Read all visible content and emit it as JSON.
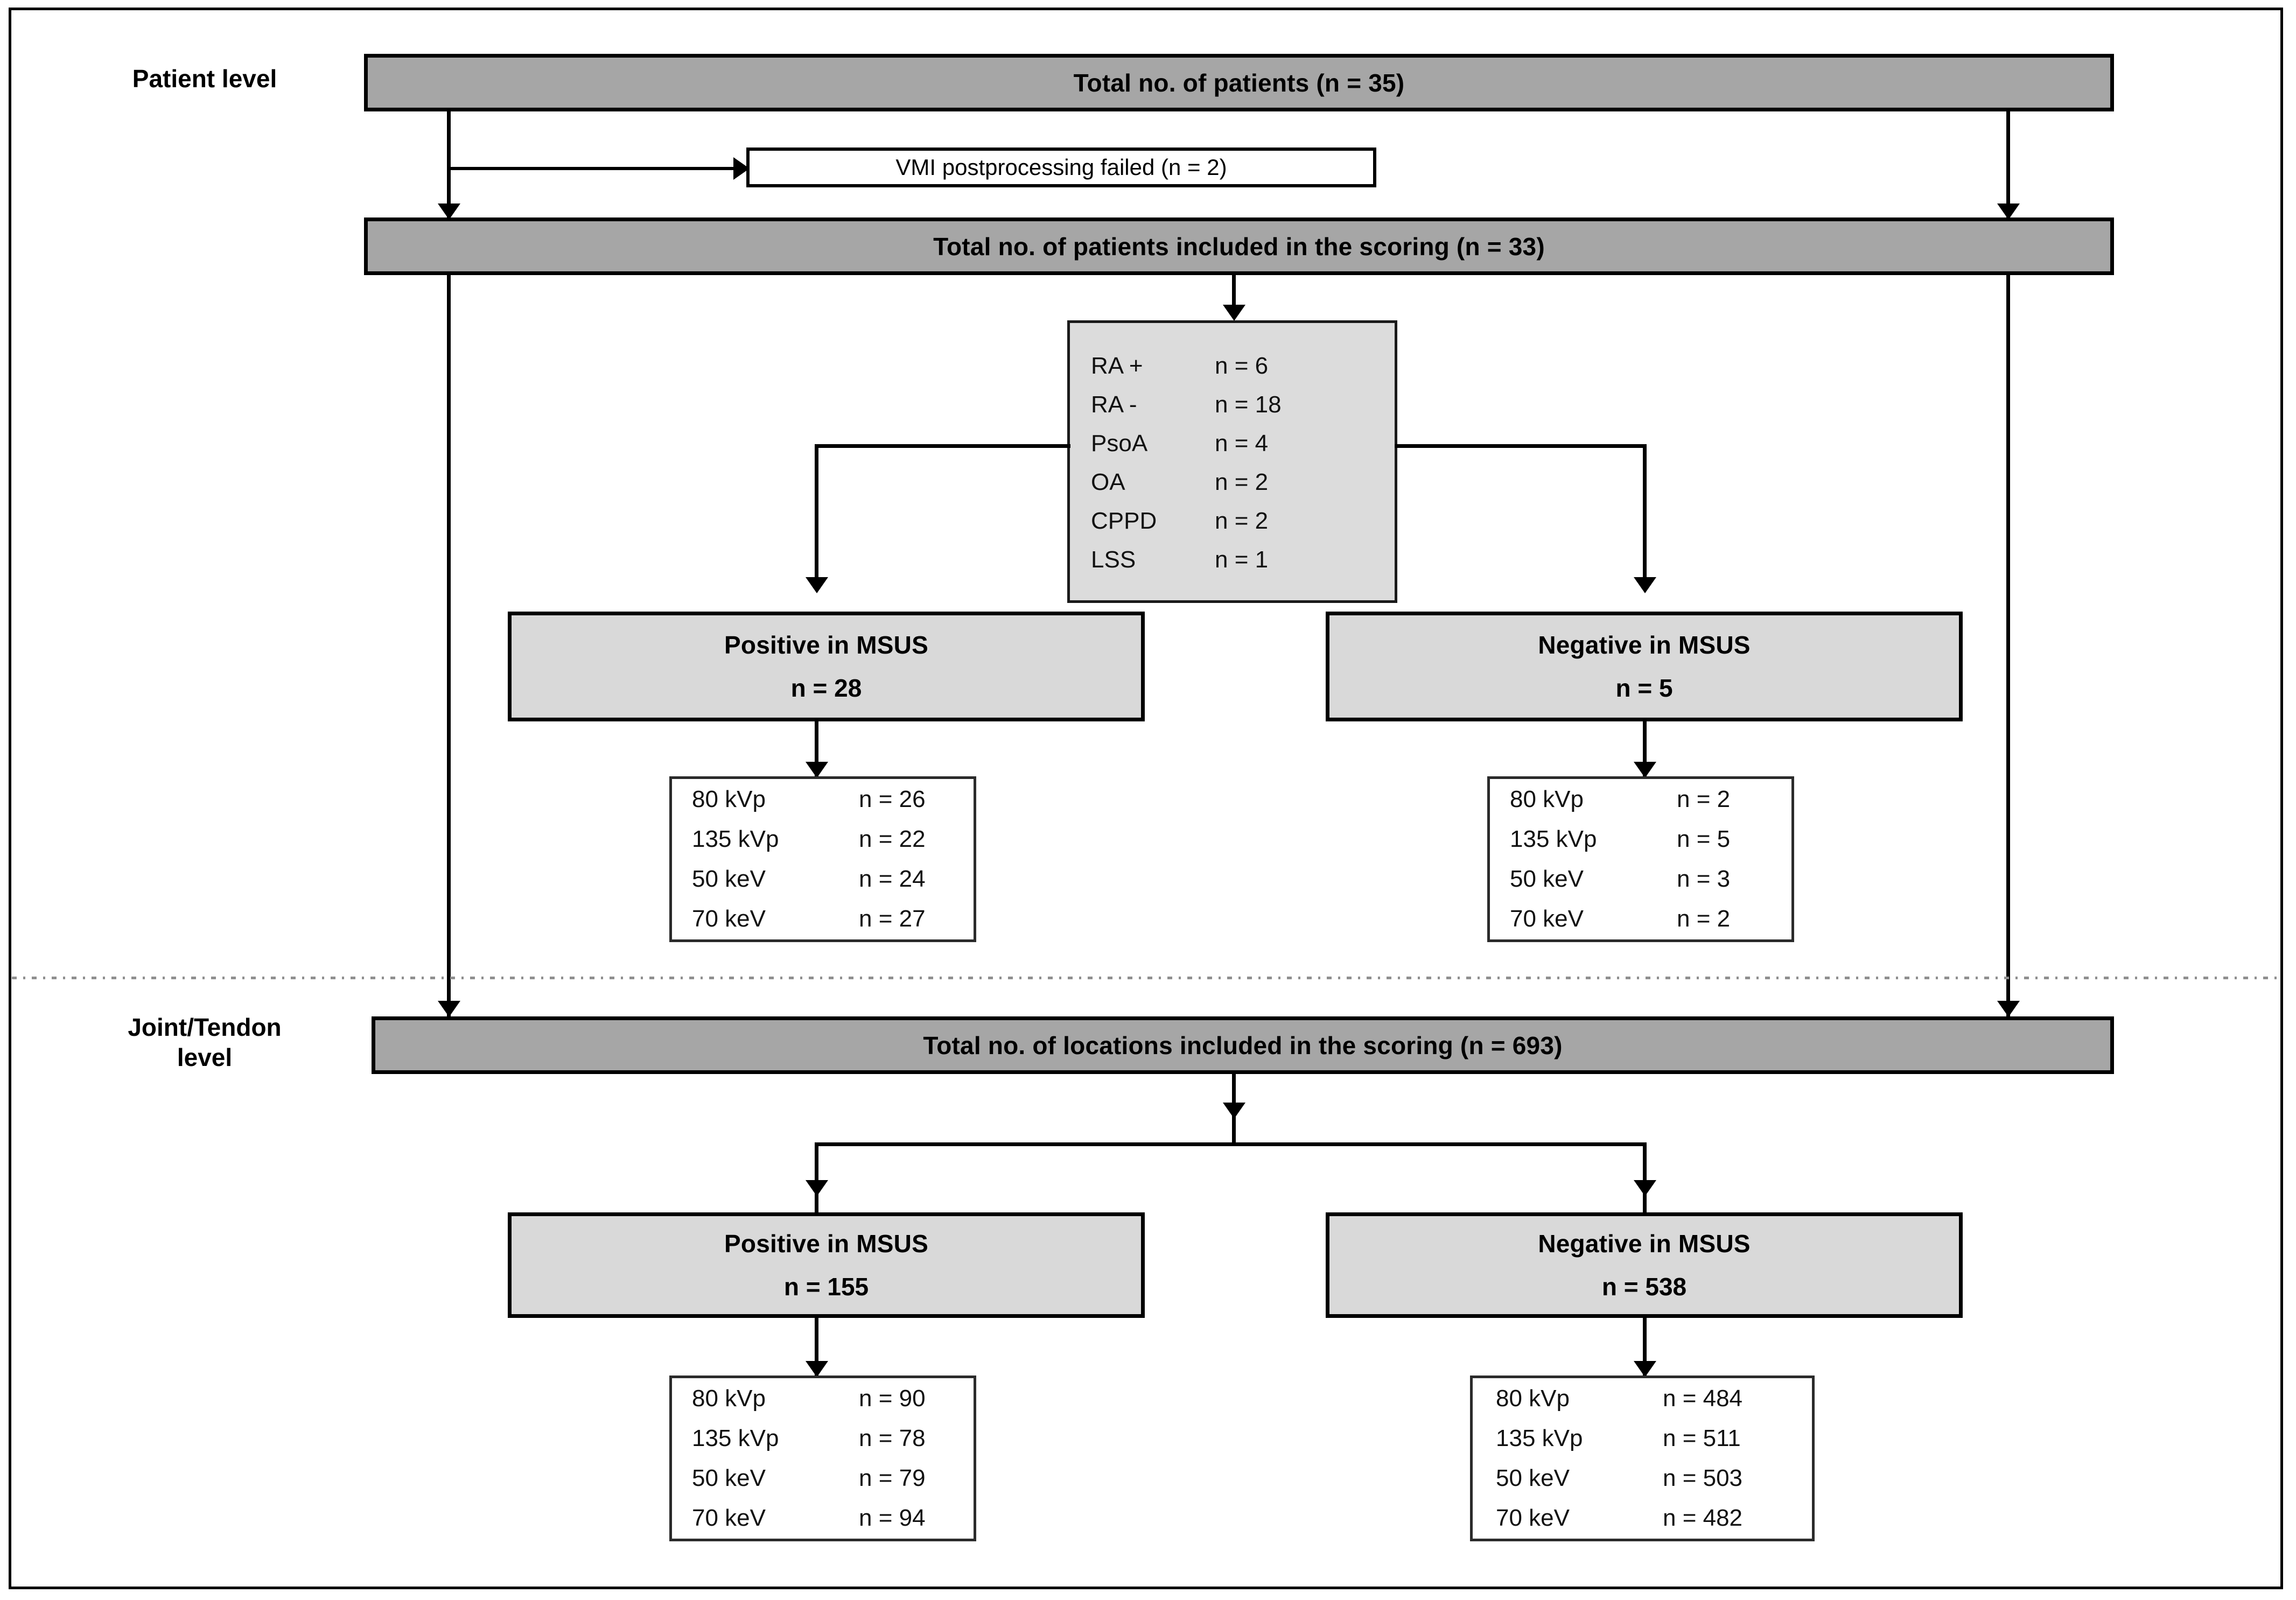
{
  "figure": {
    "type": "flowchart",
    "levels": [
      {
        "id": "patient",
        "label": "Patient level"
      },
      {
        "id": "joint",
        "label": "Joint/Tendon\nlevel"
      }
    ]
  },
  "patient_level": {
    "label": "Patient level",
    "total_box": "Total no. of patients (n = 35)",
    "excluded_box": "VMI postprocessing failed (n = 2)",
    "included_box": "Total no. of patients included in the scoring (n = 33)",
    "diagnoses": {
      "rows": [
        {
          "label": "RA +",
          "value": "n = 6"
        },
        {
          "label": "RA -",
          "value": "n = 18"
        },
        {
          "label": "PsoA",
          "value": "n = 4"
        },
        {
          "label": "OA",
          "value": "n = 2"
        },
        {
          "label": "CPPD",
          "value": "n = 2"
        },
        {
          "label": "LSS",
          "value": "n = 1"
        }
      ]
    },
    "positive": {
      "title": "Positive in MSUS",
      "count": "n = 28",
      "rows": [
        {
          "label": "80 kVp",
          "value": "n = 26"
        },
        {
          "label": "135 kVp",
          "value": "n = 22"
        },
        {
          "label": "50 keV",
          "value": "n = 24"
        },
        {
          "label": "70 keV",
          "value": "n = 27"
        }
      ]
    },
    "negative": {
      "title": "Negative in MSUS",
      "count": "n = 5",
      "rows": [
        {
          "label": "80 kVp",
          "value": "n = 2"
        },
        {
          "label": "135 kVp",
          "value": "n = 5"
        },
        {
          "label": "50 keV",
          "value": "n = 3"
        },
        {
          "label": "70 keV",
          "value": "n = 2"
        }
      ]
    }
  },
  "joint_level": {
    "label": "Joint/Tendon\nlevel",
    "included_box": "Total no. of locations included in the scoring (n = 693)",
    "positive": {
      "title": "Positive in MSUS",
      "count": "n = 155",
      "rows": [
        {
          "label": "80 kVp",
          "value": "n = 90"
        },
        {
          "label": "135 kVp",
          "value": "n = 78"
        },
        {
          "label": "50 keV",
          "value": "n = 79"
        },
        {
          "label": "70 keV",
          "value": "n = 94"
        }
      ]
    },
    "negative": {
      "title": "Negative in MSUS",
      "count": "n = 538",
      "rows": [
        {
          "label": "80 kVp",
          "value": "n = 484"
        },
        {
          "label": "135 kVp",
          "value": "n = 511"
        },
        {
          "label": "50 keV",
          "value": "n = 503"
        },
        {
          "label": "70 keV",
          "value": "n = 482"
        }
      ]
    }
  },
  "colors": {
    "bar_dark": "#a6a6a6",
    "bar_light": "#d9d9d9",
    "diagnosis_box": "#dcdcdc",
    "white_box": "#ffffff",
    "line": "#000000",
    "separator": "#8f8f8f"
  }
}
